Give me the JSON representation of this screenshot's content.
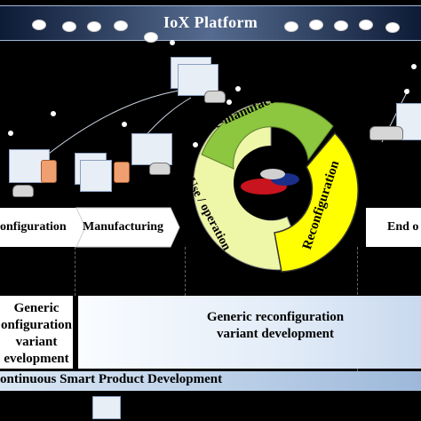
{
  "platform": {
    "title": "IoX Platform"
  },
  "lifecycle": {
    "stages": [
      "onfiguration",
      "Manufacturing",
      "End o"
    ],
    "cycle": {
      "remanufacturing": "Re-manufacturing",
      "use": "Use / operation",
      "reconfiguration": "Reconfiguration"
    }
  },
  "panels": {
    "left_lines": [
      "Generic",
      "onfiguration",
      "variant",
      "evelopment"
    ],
    "right_lines": [
      "Generic reconfiguration",
      "variant development"
    ],
    "bottom_bar": "ontinuous Smart Product Development"
  },
  "colors": {
    "background": "#000000",
    "lifecycle_band": "#ffffff",
    "remanufacturing_arc": "#8dc63f",
    "use_arc": "#eef6a8",
    "reconfiguration_arc": "#ffff00",
    "panel": "#dce8f6"
  }
}
